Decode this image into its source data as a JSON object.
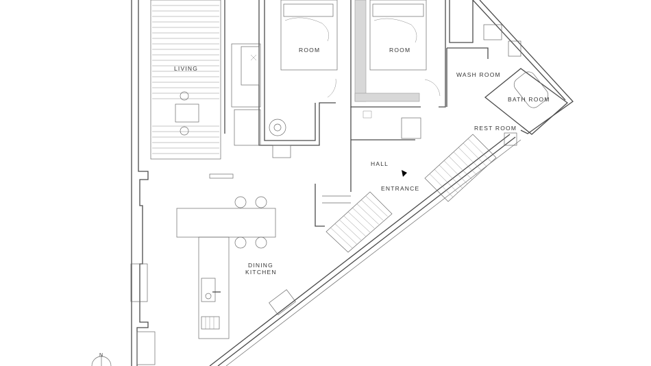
{
  "plan": {
    "rooms": {
      "living": "LIVING",
      "room_left": "ROOM",
      "room_right": "ROOM",
      "wash_room": "WASH ROOM",
      "bath_room": "BATH ROOM",
      "rest_room": "REST ROOM",
      "hall": "HALL",
      "entrance": "ENTRANCE",
      "dining_line1": "DINING",
      "dining_line2": "KITCHEN"
    },
    "north_label": "N",
    "colors": {
      "line": "#4a4a4a",
      "fill_gray": "#d8d8d8",
      "text": "#333333"
    }
  }
}
